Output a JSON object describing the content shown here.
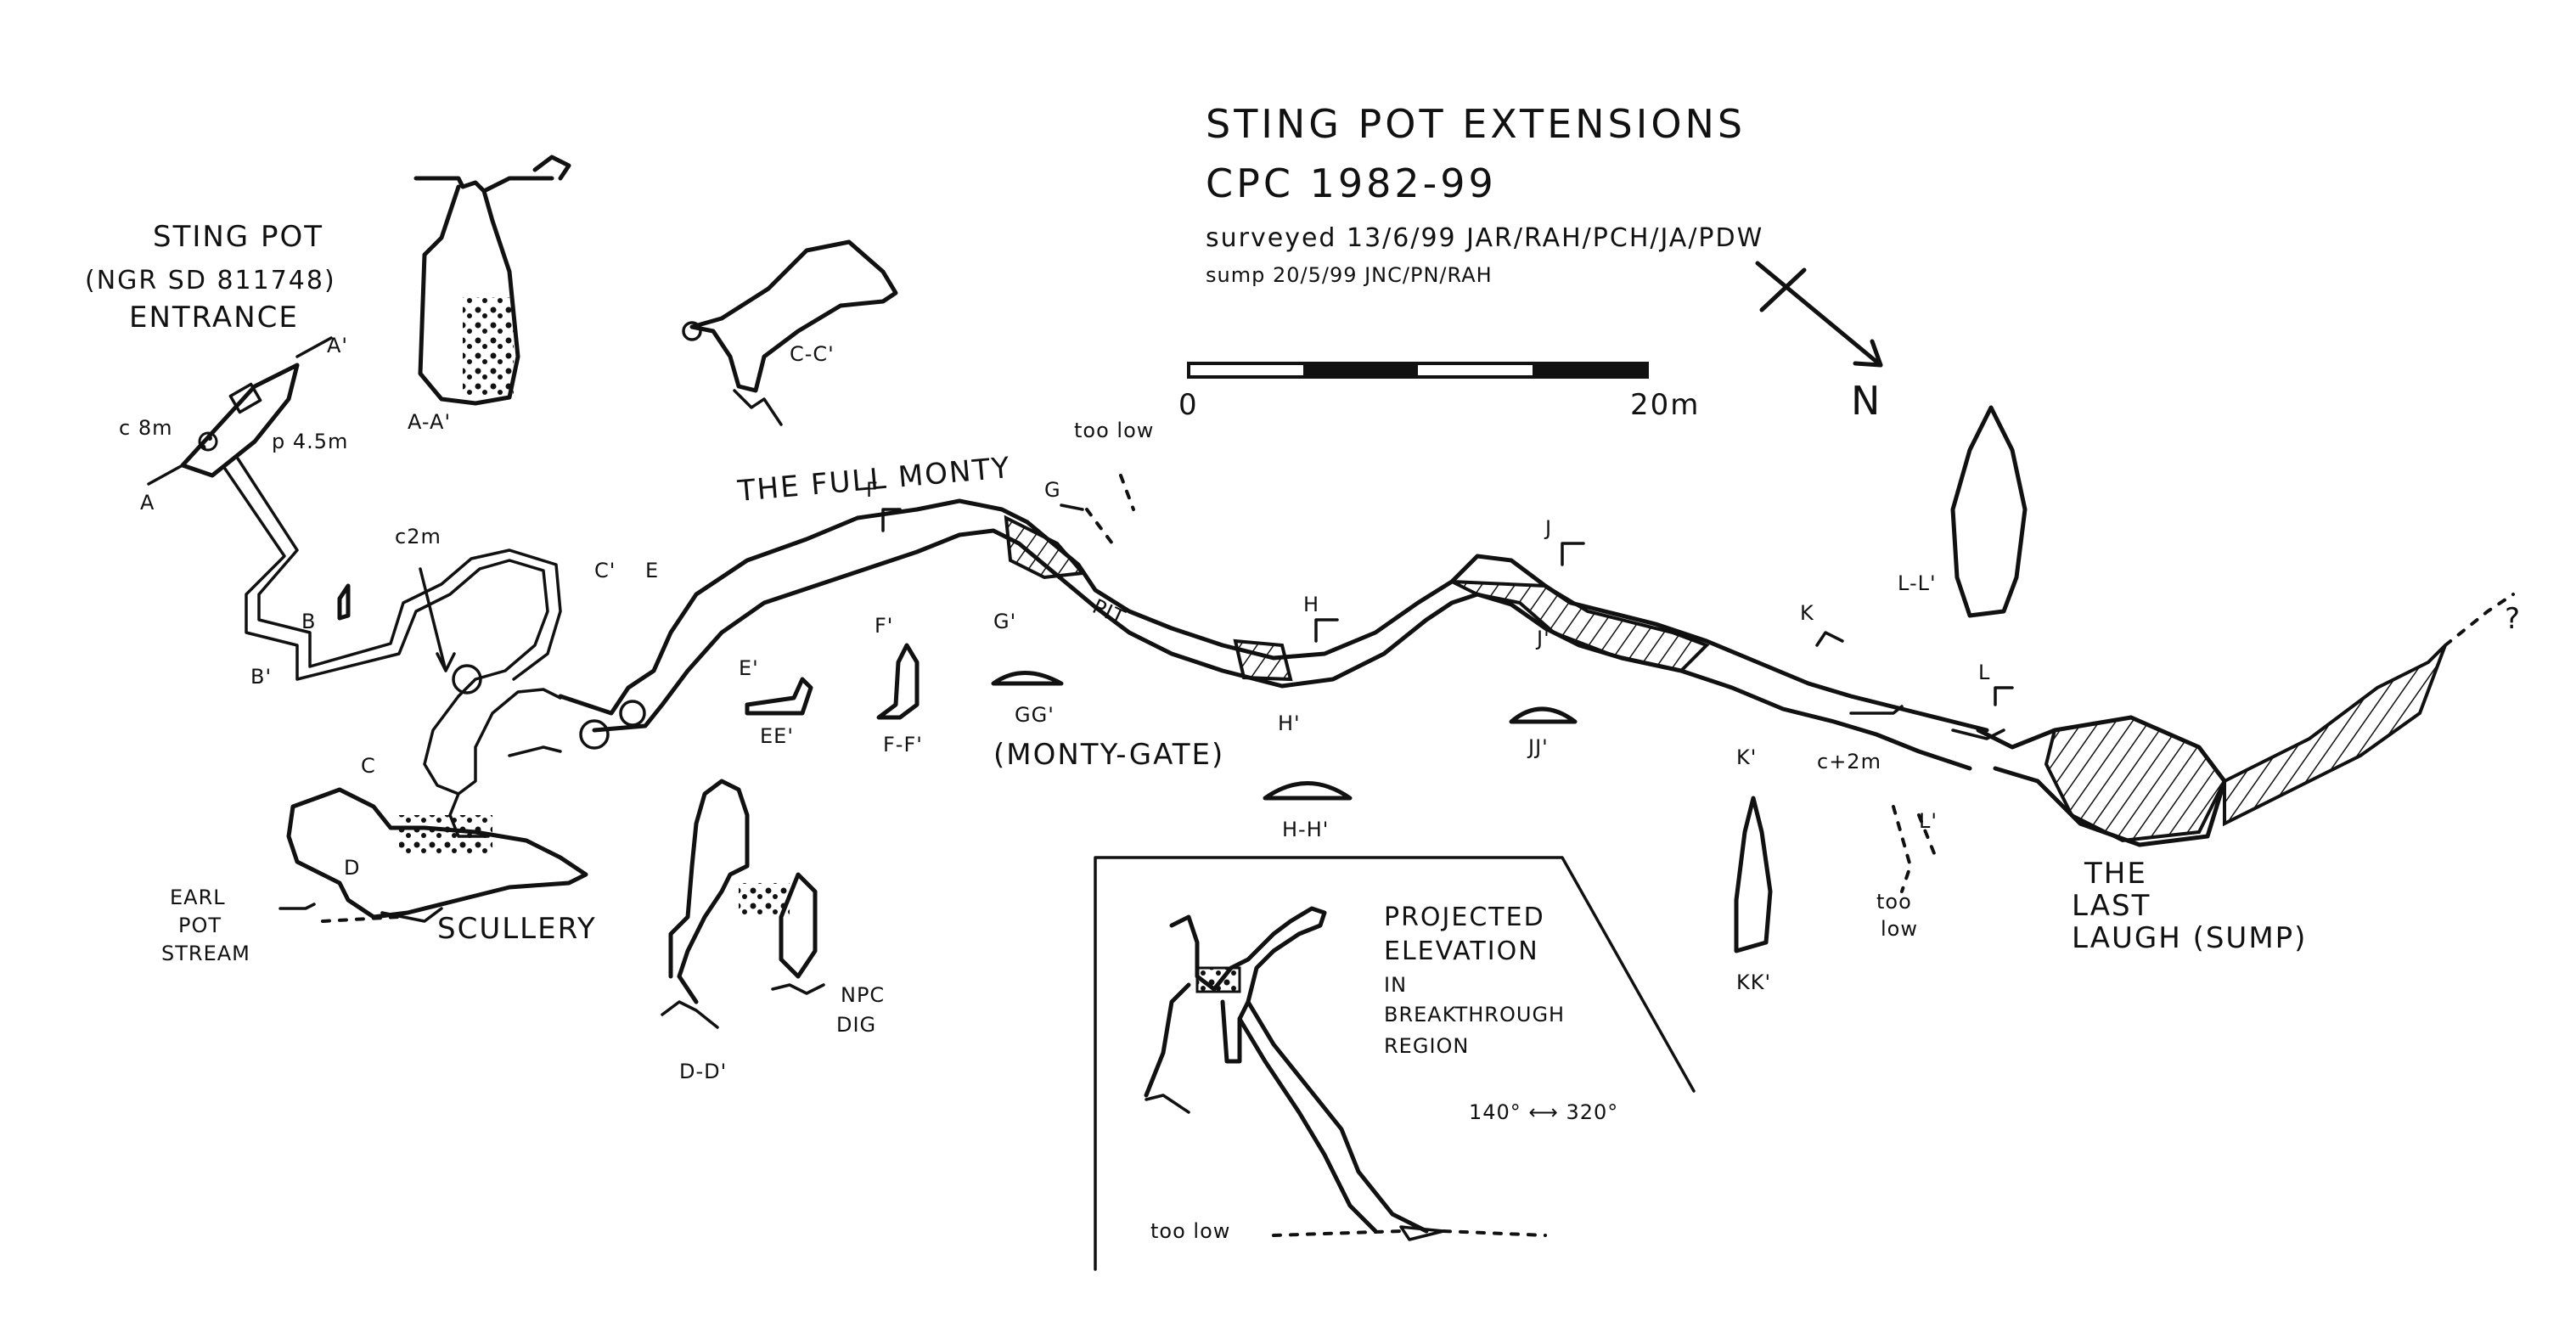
{
  "title": {
    "line1": "STING POT EXTENSIONS",
    "line2": "CPC 1982-99",
    "line3": "surveyed 13/6/99 JAR/RAH/PCH/JA/PDW",
    "line4": "sump 20/5/99 JNC/PN/RAH"
  },
  "scale_bar": {
    "start": "0",
    "end": "20m"
  },
  "north_label": "N",
  "entrance": {
    "name": "STING POT",
    "ngr": "(NGR SD 811748)",
    "label": "ENTRANCE",
    "depth_left": "c 8m",
    "depth_right": "p 4.5m"
  },
  "places": {
    "full_monty": "THE FULL MONTY",
    "too_low_1": "too low",
    "pit": "PIT",
    "c2m": "c2m",
    "scullery": "SCULLERY",
    "earl_pot_1": "EARL",
    "earl_pot_2": "POT",
    "earl_pot_3": "STREAM",
    "npc_1": "NPC",
    "npc_2": "DIG",
    "c_plus_2m": "c+2m",
    "too_low_2a": "too",
    "too_low_2b": "low",
    "last_laugh_1": "THE",
    "last_laugh_2": "LAST",
    "last_laugh_3": "LAUGH (SUMP)",
    "question": "?"
  },
  "sections": {
    "aa": "A-A'",
    "cc": "C-C'",
    "dd": "D-D'",
    "ee": "EE'",
    "ff": "F-F'",
    "gg": "GG'",
    "monty_gate": "(MONTY-GATE)",
    "hh": "H-H'",
    "jj": "JJ'",
    "kk": "KK'",
    "ll": "L-L'"
  },
  "markers": [
    "A",
    "A'",
    "B",
    "B'",
    "C",
    "C'",
    "D",
    "E",
    "E'",
    "F",
    "F'",
    "G",
    "G'",
    "H",
    "H'",
    "J",
    "J'",
    "K",
    "K'",
    "L",
    "L'"
  ],
  "inset": {
    "line1": "PROJECTED",
    "line2": "ELEVATION",
    "line3": "IN",
    "line4": "BREAKTHROUGH",
    "line5": "REGION",
    "bearing": "140° ⟷ 320°",
    "too_low": "too low"
  }
}
